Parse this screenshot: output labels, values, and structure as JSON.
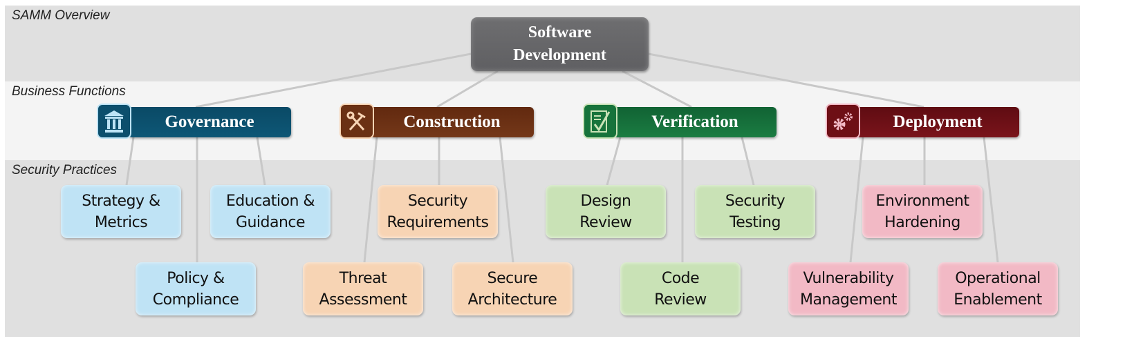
{
  "bands": {
    "overview": "SAMM Overview",
    "functions": "Business Functions",
    "practices": "Security Practices"
  },
  "root": {
    "line1": "Software",
    "line2": "Development"
  },
  "functions": [
    {
      "label": "Governance",
      "icon": "pillar-building-icon",
      "color": "#0c4f6d"
    },
    {
      "label": "Construction",
      "icon": "hammer-wrench-icon",
      "color": "#6b3114"
    },
    {
      "label": "Verification",
      "icon": "checklist-icon",
      "color": "#17733b"
    },
    {
      "label": "Deployment",
      "icon": "gears-icon",
      "color": "#6e0f15"
    }
  ],
  "practices": {
    "strategy": [
      "Strategy &",
      "Metrics"
    ],
    "education": [
      "Education &",
      "Guidance"
    ],
    "policy": [
      "Policy &",
      "Compliance"
    ],
    "requirements": [
      "Security",
      "Requirements"
    ],
    "threat": [
      "Threat",
      "Assessment"
    ],
    "architecture": [
      "Secure",
      "Architecture"
    ],
    "design": [
      "Design",
      "Review"
    ],
    "testing": [
      "Security",
      "Testing"
    ],
    "code": [
      "Code",
      "Review"
    ],
    "environment": [
      "Environment",
      "Hardening"
    ],
    "vulnerability": [
      "Vulnerability",
      "Management"
    ],
    "operational": [
      "Operational",
      "Enablement"
    ]
  }
}
